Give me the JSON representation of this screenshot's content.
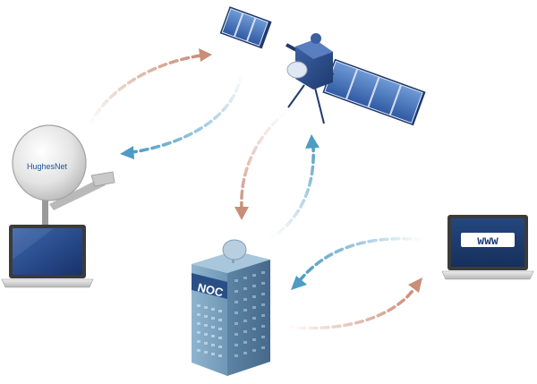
{
  "labels": {
    "noc": "NOC",
    "www": "www",
    "dish_brand": "HughesNet"
  },
  "nodes": [
    {
      "name": "satellite",
      "icon": "satellite-icon"
    },
    {
      "name": "satellite-dish",
      "icon": "satellite-dish-icon"
    },
    {
      "name": "user-laptop",
      "icon": "laptop-icon"
    },
    {
      "name": "noc-building",
      "icon": "building-icon"
    },
    {
      "name": "internet-laptop",
      "icon": "laptop-icon"
    }
  ],
  "colors": {
    "uplink_arrow": "#c98e78",
    "downlink_arrow": "#4d9cc4",
    "satellite_body": "#2d4e8c",
    "solar_panel": "#3f6bb3",
    "building": "#7ea6c4",
    "noc_badge": "#2a4f86",
    "laptop_body": "#d6d6d6",
    "laptop_screen": "#1f3f7a"
  }
}
